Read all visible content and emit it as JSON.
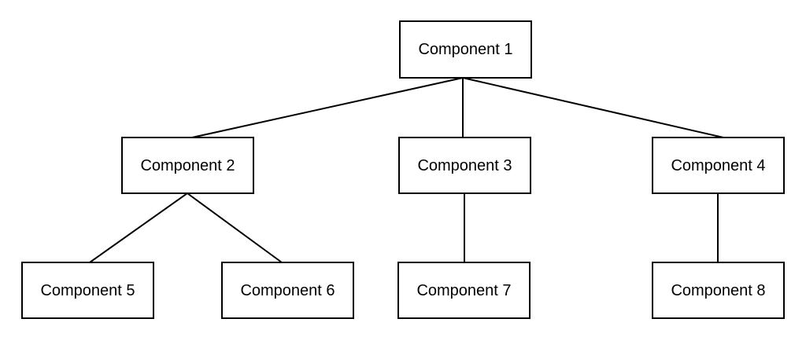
{
  "diagram": {
    "type": "tree",
    "background_color": "#ffffff",
    "node_fill_color": "#ffffff",
    "node_border_color": "#000000",
    "edge_color": "#000000",
    "text_color": "#000000",
    "nodes": [
      {
        "id": "component-1",
        "label": "Component 1"
      },
      {
        "id": "component-2",
        "label": "Component 2"
      },
      {
        "id": "component-3",
        "label": "Component 3"
      },
      {
        "id": "component-4",
        "label": "Component 4"
      },
      {
        "id": "component-5",
        "label": "Component 5"
      },
      {
        "id": "component-6",
        "label": "Component 6"
      },
      {
        "id": "component-7",
        "label": "Component 7"
      },
      {
        "id": "component-8",
        "label": "Component 8"
      }
    ],
    "edges": [
      {
        "from": "component-1",
        "to": "component-2"
      },
      {
        "from": "component-1",
        "to": "component-3"
      },
      {
        "from": "component-1",
        "to": "component-4"
      },
      {
        "from": "component-2",
        "to": "component-5"
      },
      {
        "from": "component-2",
        "to": "component-6"
      },
      {
        "from": "component-3",
        "to": "component-7"
      },
      {
        "from": "component-4",
        "to": "component-8"
      }
    ]
  }
}
